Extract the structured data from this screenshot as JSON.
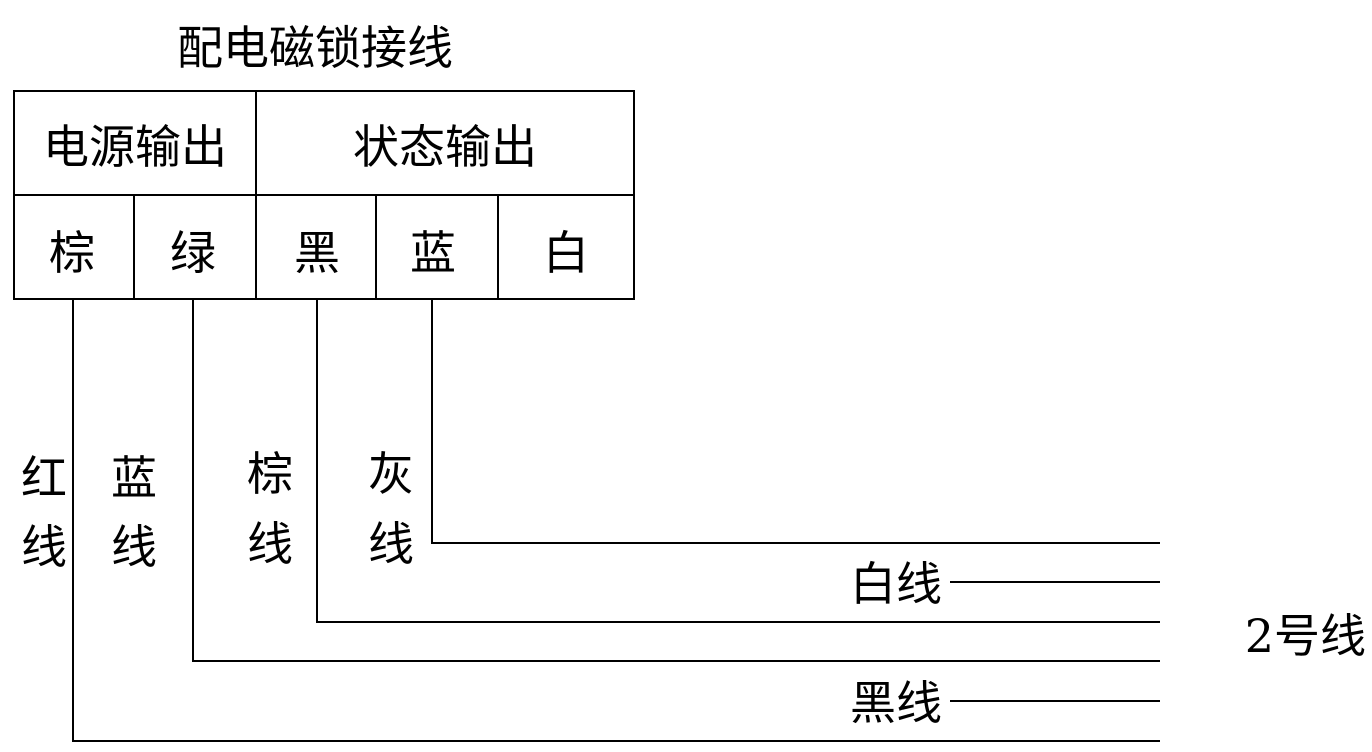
{
  "title": "配电磁锁接线",
  "groups": {
    "power": "电源输出",
    "status": "状态输出"
  },
  "terminals": {
    "brown": "棕",
    "green": "绿",
    "black": "黑",
    "blue": "蓝",
    "white": "白"
  },
  "wire_labels": {
    "red": [
      "红",
      "线"
    ],
    "blue": [
      "蓝",
      "线"
    ],
    "brown": [
      "棕",
      "线"
    ],
    "gray": [
      "灰",
      "线"
    ]
  },
  "cable_labels": {
    "white": "白线",
    "black": "黑线"
  },
  "cable_name": "2号线"
}
